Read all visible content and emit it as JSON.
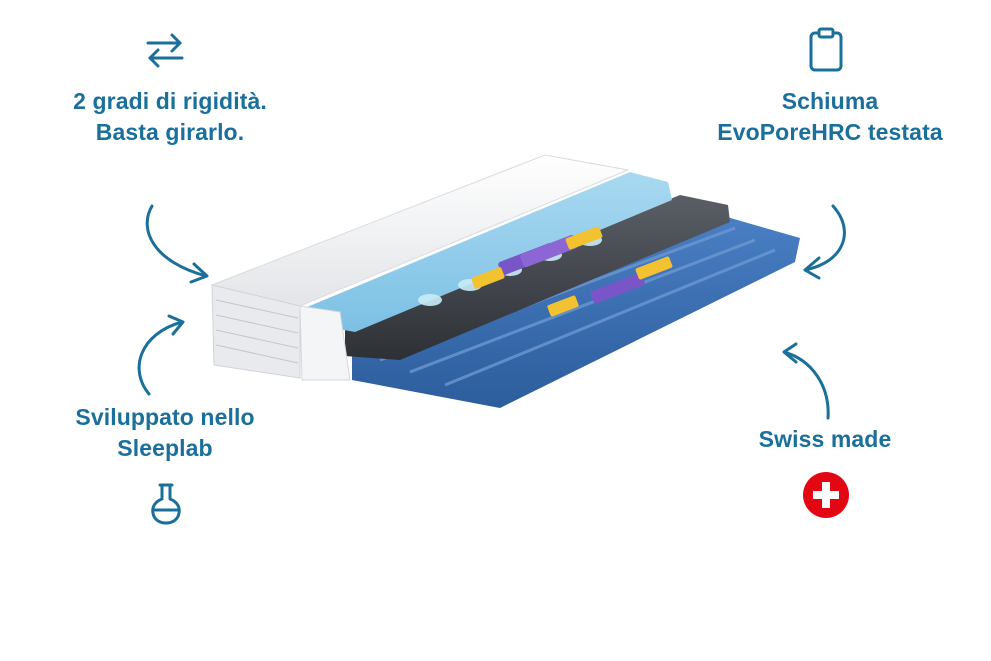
{
  "colors": {
    "accent": "#1a6f9b",
    "swiss_red": "#e30613"
  },
  "features": {
    "rigidity": {
      "icon": "swap-arrows-icon",
      "line1": "2 gradi di rigidità.",
      "line2": "Basta girarlo."
    },
    "foam": {
      "icon": "clipboard-icon",
      "line1": "Schiuma",
      "line2": "EvoPoreHRC testata"
    },
    "sleeplab": {
      "icon": "flask-icon",
      "line1": "Sviluppato nello",
      "line2": "Sleeplab"
    },
    "swiss": {
      "icon": "swiss-cross-icon",
      "line1": "Swiss made"
    }
  },
  "product_image": {
    "subject": "mattress-cutaway"
  }
}
